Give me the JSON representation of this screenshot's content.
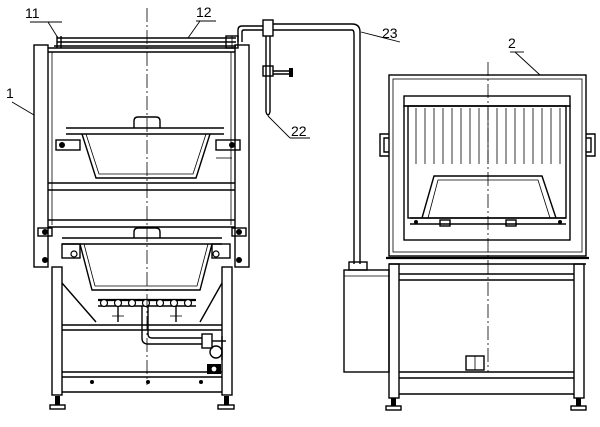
{
  "labels": {
    "l1": "1",
    "l11": "11",
    "l12": "12",
    "l2": "2",
    "l22": "22",
    "l23": "23"
  },
  "colors": {
    "line": "#000000",
    "background": "#ffffff"
  }
}
